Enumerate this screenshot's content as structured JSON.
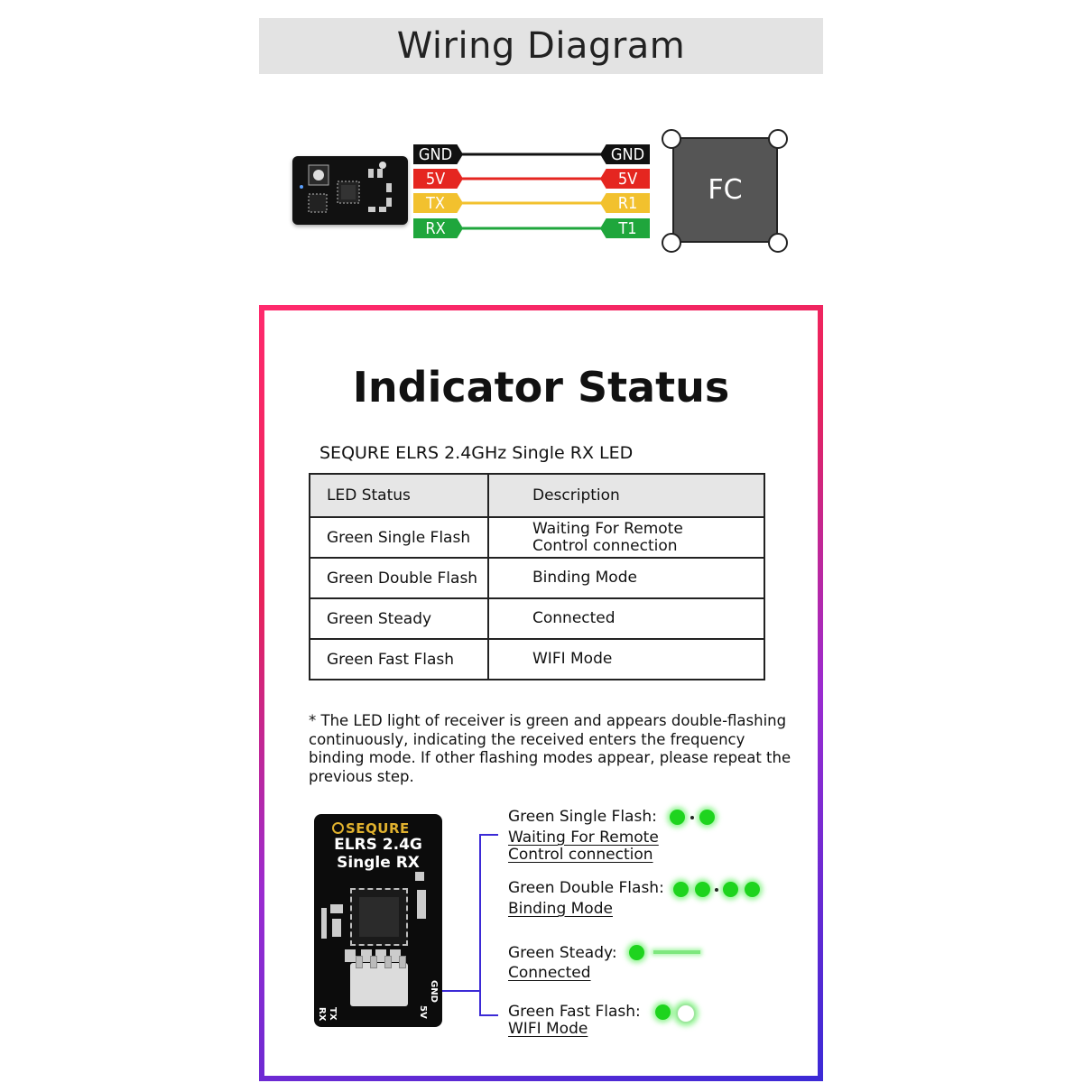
{
  "header": {
    "title": "Wiring Diagram"
  },
  "wiring": {
    "receiver_pins": [
      {
        "label": "GND",
        "color": "#111111"
      },
      {
        "label": "5V",
        "color": "#e52620"
      },
      {
        "label": "TX",
        "color": "#f2c12e"
      },
      {
        "label": "RX",
        "color": "#1fa63c"
      }
    ],
    "fc_pins": [
      {
        "label": "GND",
        "color": "#111111"
      },
      {
        "label": "5V",
        "color": "#e52620"
      },
      {
        "label": "R1",
        "color": "#f2c12e"
      },
      {
        "label": "T1",
        "color": "#1fa63c"
      }
    ],
    "fc_label": "FC"
  },
  "indicator": {
    "title": "Indicator Status",
    "table_caption": "SEQURE ELRS 2.4GHz Single RX LED",
    "columns": [
      "LED Status",
      "Description"
    ],
    "rows": [
      {
        "status": "Green Single Flash",
        "description": "Waiting For Remote Control connection"
      },
      {
        "status": "Green Double Flash",
        "description": "Binding Mode"
      },
      {
        "status": "Green Steady",
        "description": "Connected"
      },
      {
        "status": "Green Fast Flash",
        "description": "WIFI Mode"
      }
    ],
    "note": "* The LED light of receiver is green and appears double-flashing continuously, indicating the received enters the frequency binding mode. If other flashing modes appear, please repeat the previous step."
  },
  "board": {
    "brand": "SEQURE",
    "line1": "ELRS 2.4G",
    "line2": "Single RX",
    "pin_labels": [
      "TX",
      "RX",
      "5V",
      "GND"
    ]
  },
  "legend": [
    {
      "label": "Green Single Flash:",
      "desc": "Waiting For Remote Control connection"
    },
    {
      "label": "Green Double Flash:",
      "desc": "Binding Mode"
    },
    {
      "label": "Green Steady:",
      "desc": "Connected"
    },
    {
      "label": "Green Fast Flash:",
      "desc": "WIFI Mode"
    }
  ],
  "colors": {
    "led_green": "#1ed41e",
    "border_gradient": [
      "#ff2a6d",
      "#9b2bd0",
      "#3b2ad6"
    ],
    "bracket": "#3b2ad6"
  }
}
